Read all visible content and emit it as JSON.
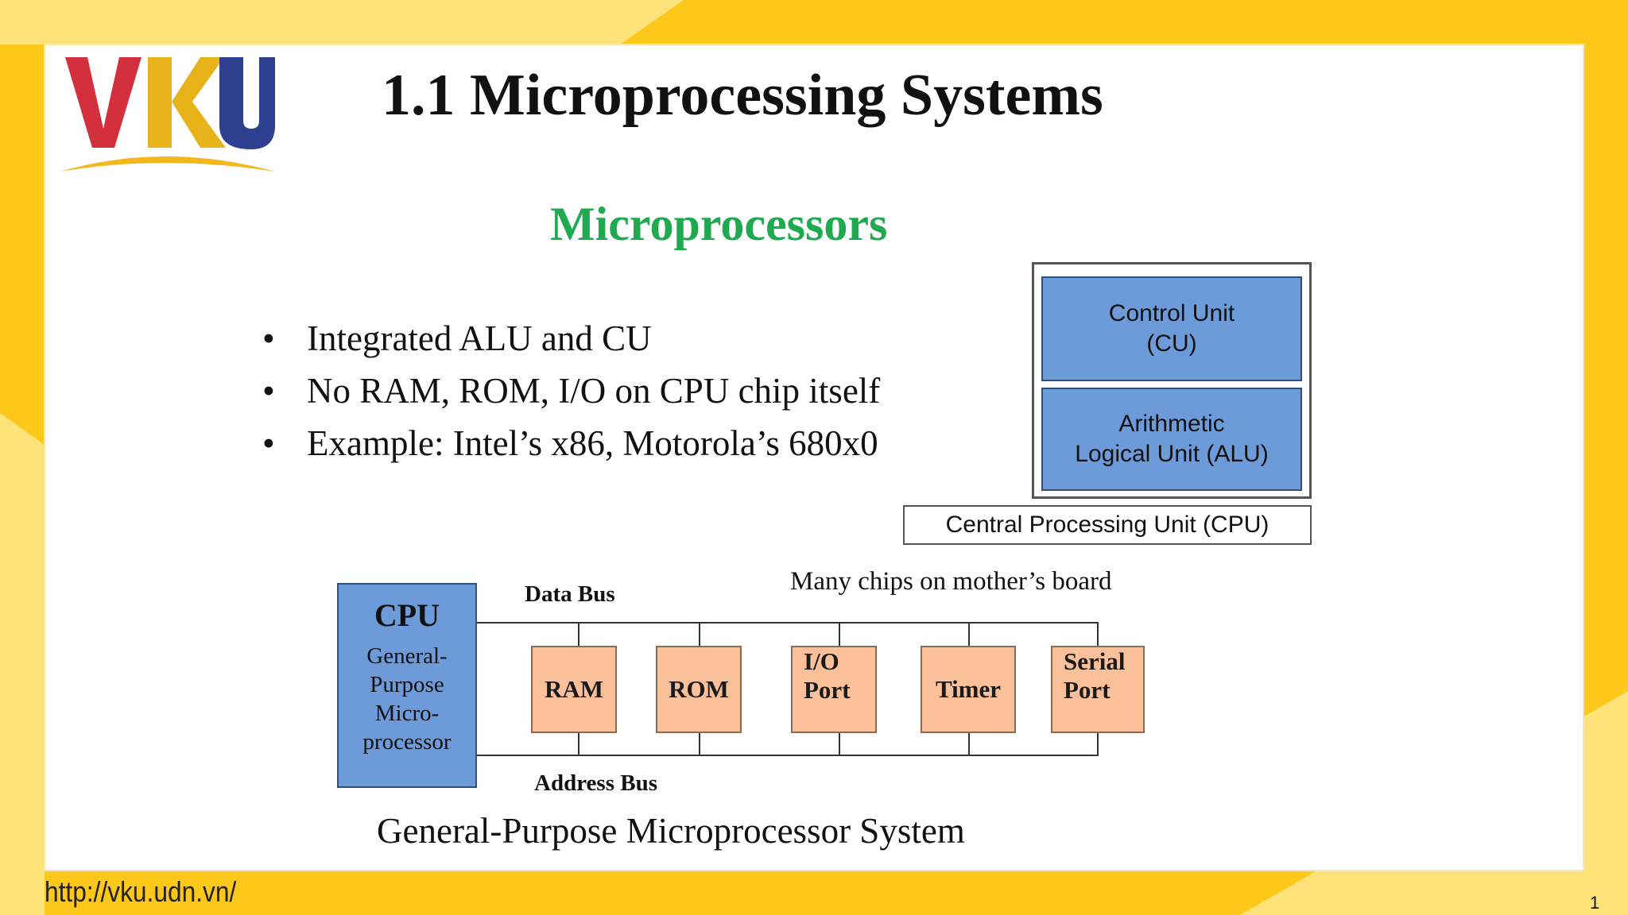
{
  "logo": {
    "text": "VKU"
  },
  "slide": {
    "title": "1.1 Microprocessing Systems",
    "subtitle": "Microprocessors",
    "bullets": [
      "Integrated ALU and CU",
      "No RAM, ROM, I/O on CPU chip itself",
      "Example: Intel’s x86, Motorola’s 680x0"
    ]
  },
  "cpu_diagram": {
    "cu_line1": "Control Unit",
    "cu_line2": "(CU)",
    "alu_line1": "Arithmetic",
    "alu_line2": "Logical Unit (ALU)",
    "caption": "Central Processing Unit (CPU)"
  },
  "system_diagram": {
    "note": "Many chips on mother’s board",
    "data_bus": "Data Bus",
    "address_bus": "Address Bus",
    "cpu_title": "CPU",
    "cpu_desc": [
      "General-",
      "Purpose",
      "Micro-",
      "processor"
    ],
    "ram": "RAM",
    "rom": "ROM",
    "io": [
      "I/O",
      "Port"
    ],
    "timer": "Timer",
    "serial": [
      "Serial",
      "Port"
    ],
    "caption": "General-Purpose Microprocessor System"
  },
  "footer": {
    "url": "http://vku.udn.vn/",
    "page_number": "1"
  },
  "colors": {
    "yellow": "#fdc81a",
    "light_yellow": "#fde37a",
    "green": "#1faa4f",
    "cpu_blue": "#6d9bd9",
    "chip_orange": "#fac09a"
  }
}
